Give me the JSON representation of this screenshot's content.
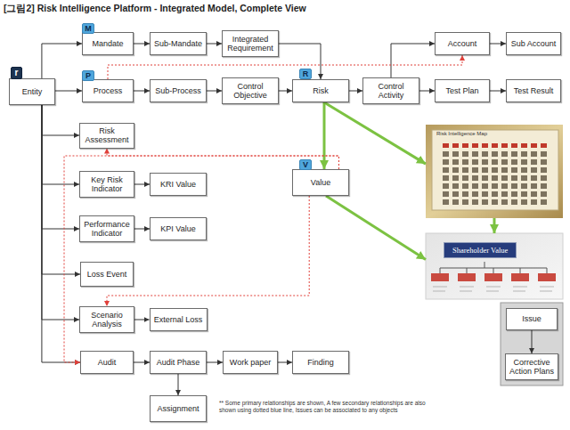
{
  "diagram": {
    "title": "[그림2] Risk Intelligence Platform - Integrated Model, Complete View",
    "nodes": [
      {
        "text": [
          "Entity"
        ]
      },
      {
        "text": [
          "r"
        ],
        "in": 0
      },
      {
        "text": [
          "Mandate"
        ]
      },
      {
        "text": [
          "M"
        ],
        "in": 2
      },
      {
        "text": [
          "Sub-Mandate"
        ]
      },
      {
        "text": [
          "Integrated Requirement"
        ]
      },
      {
        "text": [
          "Account"
        ]
      },
      {
        "text": [
          "Sub Account"
        ]
      },
      {
        "text": [
          "Process"
        ]
      },
      {
        "text": [
          "P"
        ],
        "in": 8
      },
      {
        "text": [
          "Sub-Process"
        ]
      },
      {
        "text": [
          "Control Objective"
        ]
      },
      {
        "text": [
          "Risk"
        ]
      },
      {
        "text": [
          "R"
        ],
        "in": 12
      },
      {
        "text": [
          "Control Activity"
        ]
      },
      {
        "text": [
          "Test Plan"
        ]
      },
      {
        "text": [
          "Test Result"
        ]
      },
      {
        "text": [
          "Risk Assessment"
        ]
      },
      {
        "text": [
          "Key Risk Indicator"
        ]
      },
      {
        "text": [
          "KRI Value"
        ]
      },
      {
        "text": [
          "Value"
        ]
      },
      {
        "text": [
          "V"
        ],
        "in": 20
      },
      {
        "text": [
          "Performance Indicator"
        ]
      },
      {
        "text": [
          "KPI Value"
        ]
      },
      {
        "text": [
          "Loss Event"
        ]
      },
      {
        "text": [
          "Scenario Analysis"
        ]
      },
      {
        "text": [
          "External Loss"
        ]
      },
      {
        "text": [
          "Audit"
        ]
      },
      {
        "text": [
          "Audit Phase"
        ]
      },
      {
        "text": [
          "Work paper"
        ]
      },
      {
        "text": [
          "Finding"
        ]
      },
      {
        "text": [
          "Assignment"
        ]
      },
      {
        "text": [
          "Risk Intelligence Map"
        ]
      },
      {
        "text": [
          "Shareholder Value"
        ]
      },
      {
        "text": [
          "Issue"
        ]
      },
      {
        "text": [
          "Corrective Action Plans"
        ]
      }
    ],
    "edges": [
      {
        "from": 0,
        "to": 2,
        "arrow": "to"
      },
      {
        "from": 0,
        "to": 8,
        "arrow": "to"
      },
      {
        "from": 0,
        "to": 17,
        "arrow": "to"
      },
      {
        "from": 0,
        "to": 18,
        "arrow": "to"
      },
      {
        "from": 0,
        "to": 22,
        "arrow": "to"
      },
      {
        "from": 0,
        "to": 24,
        "arrow": "to"
      },
      {
        "from": 0,
        "to": 25,
        "arrow": "to"
      },
      {
        "from": 0,
        "to": 27,
        "arrow": "to"
      },
      {
        "from": 2,
        "to": 4,
        "arrow": "to"
      },
      {
        "from": 4,
        "to": 5,
        "arrow": "to"
      },
      {
        "from": 5,
        "to": 12,
        "arrow": "to"
      },
      {
        "from": 8,
        "to": 10,
        "arrow": "to"
      },
      {
        "from": 10,
        "to": 11,
        "arrow": "to"
      },
      {
        "from": 11,
        "to": 12,
        "arrow": "to"
      },
      {
        "from": 12,
        "to": 14,
        "arrow": "to"
      },
      {
        "from": 14,
        "to": 6,
        "arrow": "to"
      },
      {
        "from": 6,
        "to": 7,
        "arrow": "to"
      },
      {
        "from": 14,
        "to": 15,
        "arrow": "to"
      },
      {
        "from": 15,
        "to": 16,
        "arrow": "to"
      },
      {
        "from": 18,
        "to": 19,
        "arrow": "to"
      },
      {
        "from": 22,
        "to": 23,
        "arrow": "to"
      },
      {
        "from": 25,
        "to": 26,
        "arrow": "to"
      },
      {
        "from": 27,
        "to": 28,
        "arrow": "to"
      },
      {
        "from": 28,
        "to": 29,
        "arrow": "to"
      },
      {
        "from": 29,
        "to": 30,
        "arrow": "to"
      },
      {
        "from": 28,
        "to": 31,
        "arrow": "to"
      },
      {
        "from": 34,
        "to": 35,
        "arrow": "to"
      },
      {
        "from": 12,
        "to": 20,
        "arrow": "to"
      },
      {
        "from": 12,
        "to": 32,
        "arrow": "to"
      },
      {
        "from": 20,
        "to": 33,
        "arrow": "to"
      },
      {
        "from": 32,
        "to": 33,
        "arrow": "to"
      },
      {
        "from": 8,
        "to": 6,
        "arrow": "to"
      },
      {
        "from": 20,
        "to": 17,
        "arrow": "to"
      },
      {
        "from": 20,
        "to": 27,
        "arrow": "to"
      },
      {
        "from": 20,
        "to": 25,
        "arrow": "to"
      }
    ],
    "labels": [
      "** Some primary relationships are shown, A few secondary relationships are also shown using dotted blue line, Issues can be associated to any objects"
    ]
  }
}
